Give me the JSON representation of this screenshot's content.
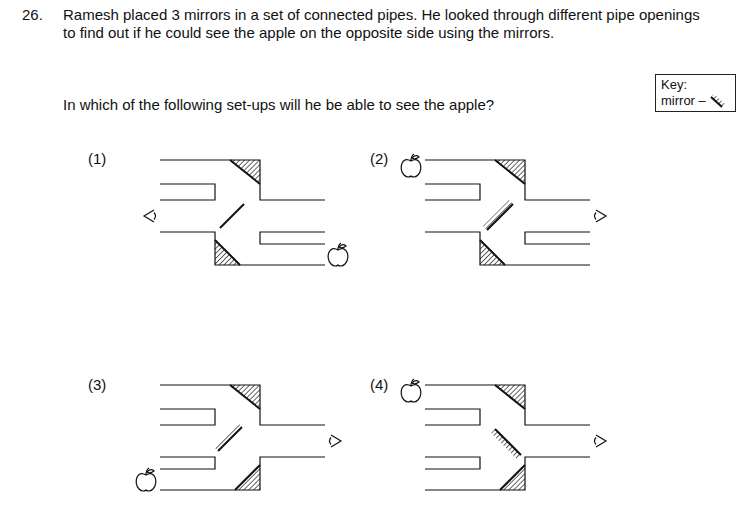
{
  "diagram": {
    "nodes": [
      {
        "text": [
          "Key:",
          "mirror –"
        ]
      }
    ],
    "labels": [
      "26.",
      "Ramesh placed 3 mirrors in a set of connected pipes. He looked through different pipe openings to find out if he could see the apple on the opposite side using the mirrors.",
      "In which of the following set-ups will he be able to see the apple?",
      "(1)",
      "(2)",
      "(3)",
      "(4)"
    ]
  }
}
